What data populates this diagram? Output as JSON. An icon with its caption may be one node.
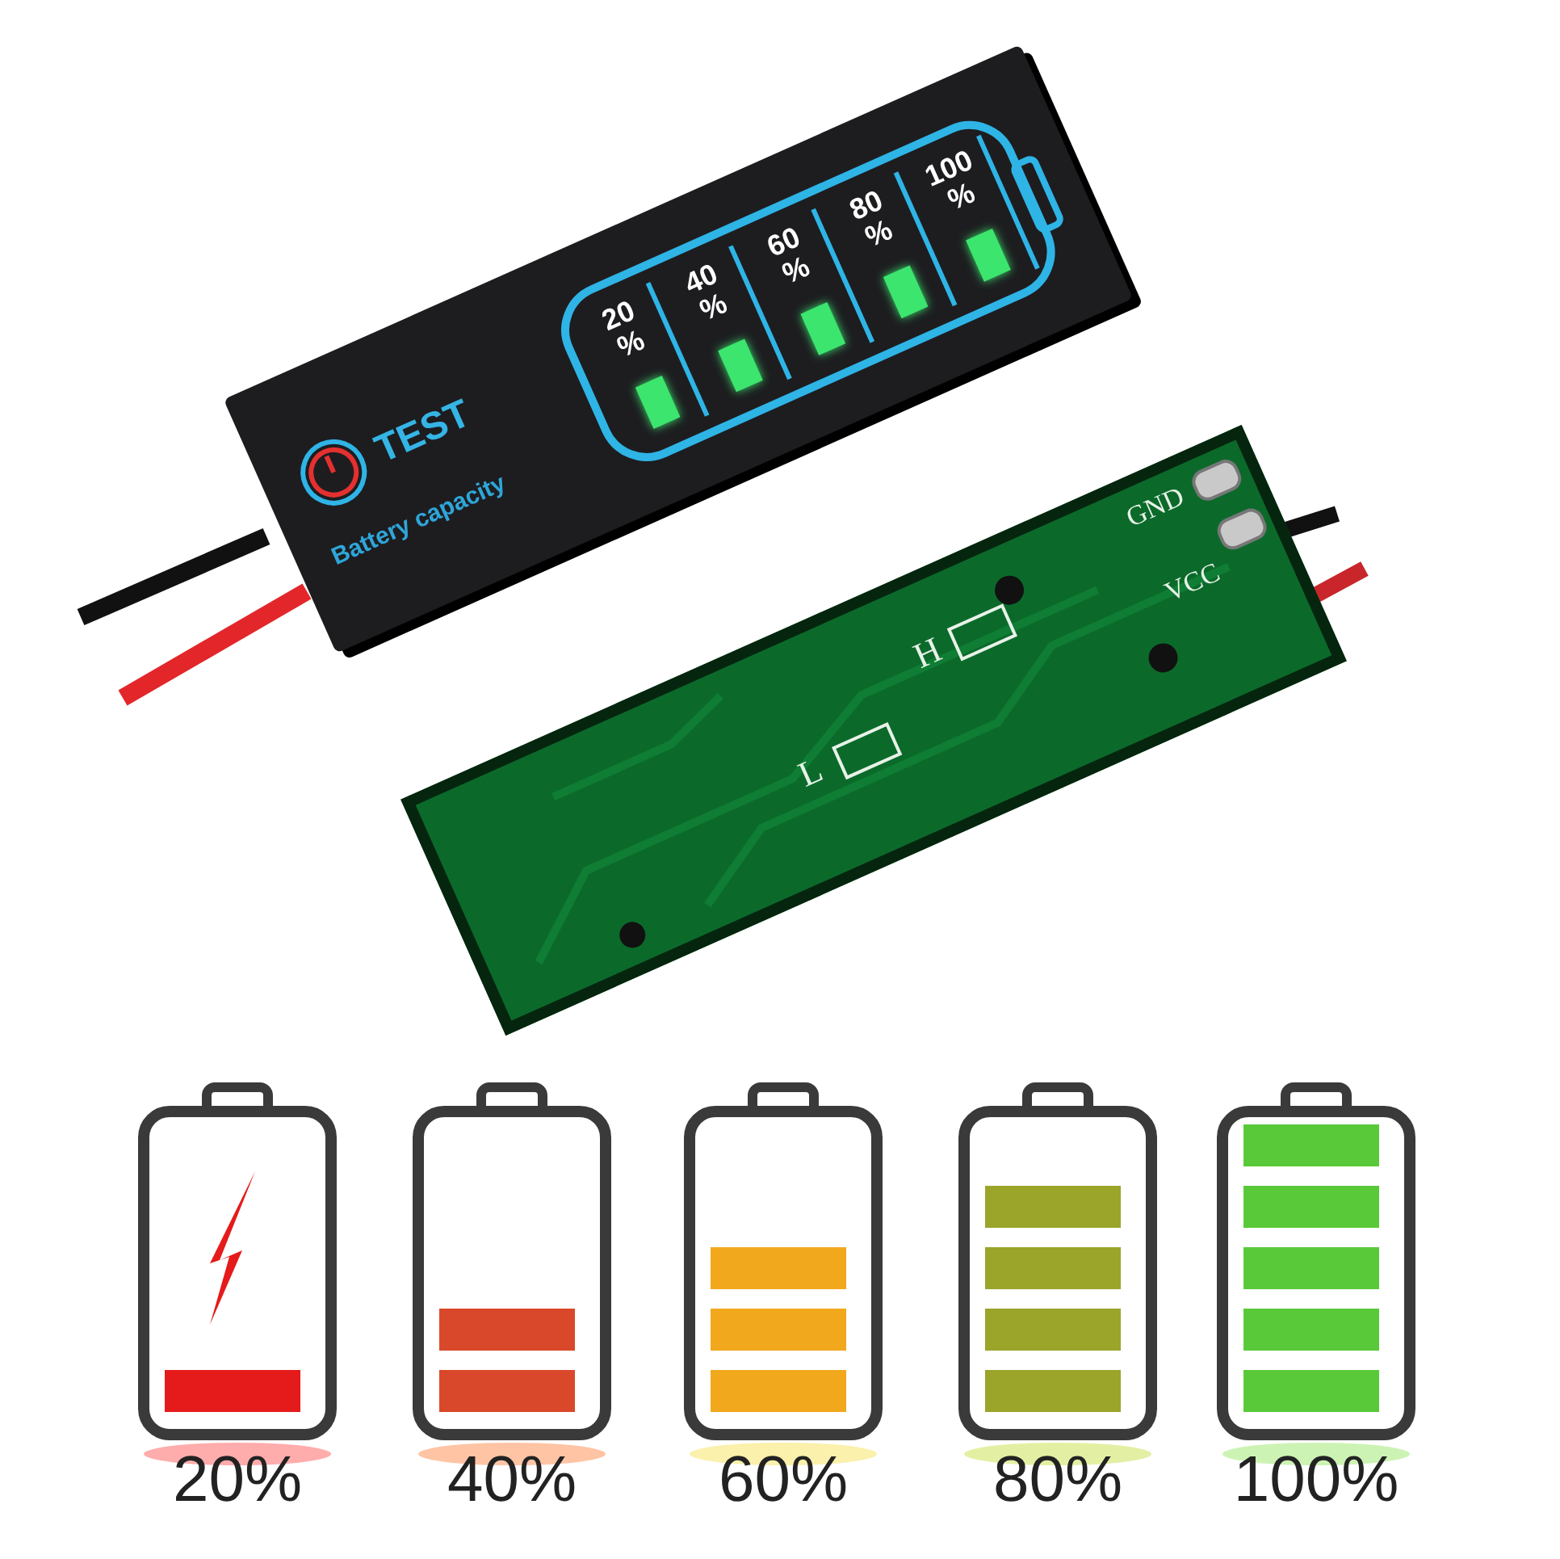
{
  "diagram": {
    "labels": [
      "TEST",
      "Battery capacity",
      "20 %",
      "40 %",
      "60 %",
      "80 %",
      "100 %",
      "L",
      "H",
      "GND",
      "VCC",
      "20%",
      "40%",
      "60%",
      "80%",
      "100%"
    ]
  }
}
